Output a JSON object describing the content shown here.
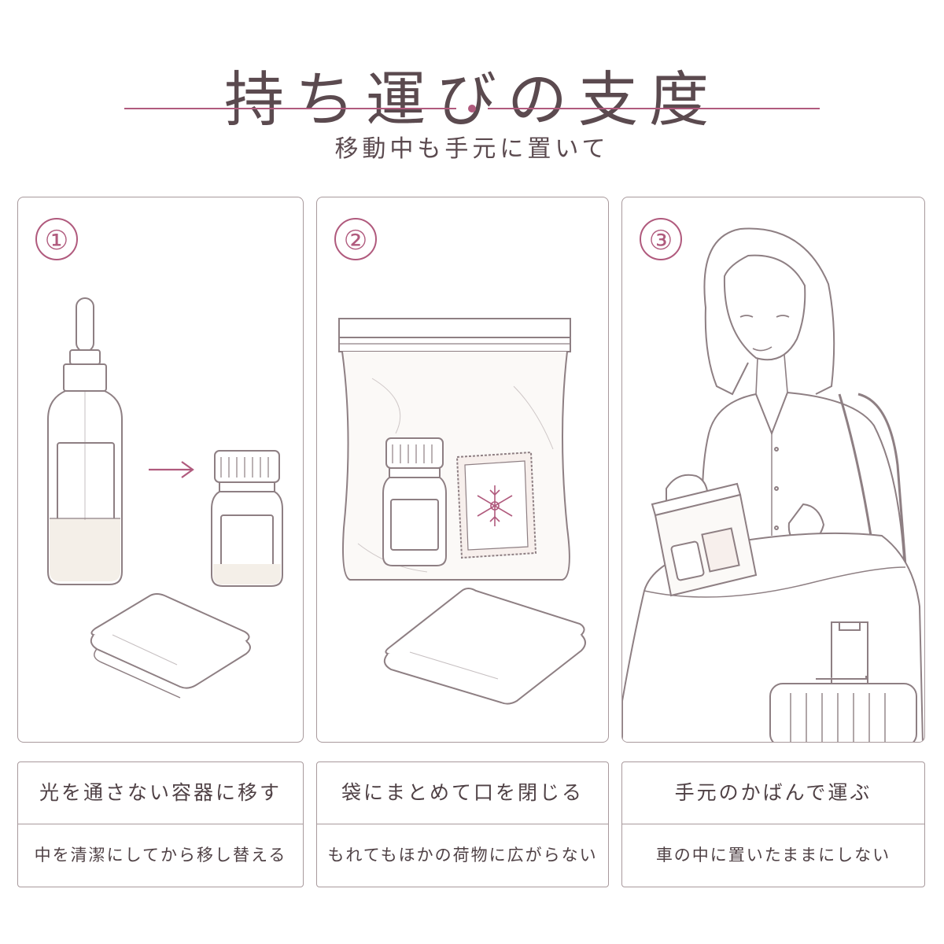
{
  "header": {
    "title": "持ち運びの支度",
    "subtitle": "移動中も手元に置いて"
  },
  "accent_color": "#b05a7d",
  "line_color": "#8e7f83",
  "steps": [
    {
      "number": "①",
      "title": "光を通さない容器に移す",
      "note": "中を清潔にしてから移し替える",
      "icons": [
        "dropper-bottle-icon",
        "arrow-icon",
        "amber-bottle-icon",
        "folded-towel-icon"
      ]
    },
    {
      "number": "②",
      "title": "袋にまとめて口を閉じる",
      "note": "もれてもほかの荷物に広がらない",
      "icons": [
        "zip-bag-icon",
        "bottle-icon",
        "cold-pack-icon",
        "folded-towel-icon"
      ]
    },
    {
      "number": "③",
      "title": "手元のかばんで運ぶ",
      "note": "車の中に置いたままにしない",
      "icons": [
        "woman-icon",
        "tote-bag-icon",
        "zip-bag-icon",
        "suitcase-icon"
      ]
    }
  ]
}
